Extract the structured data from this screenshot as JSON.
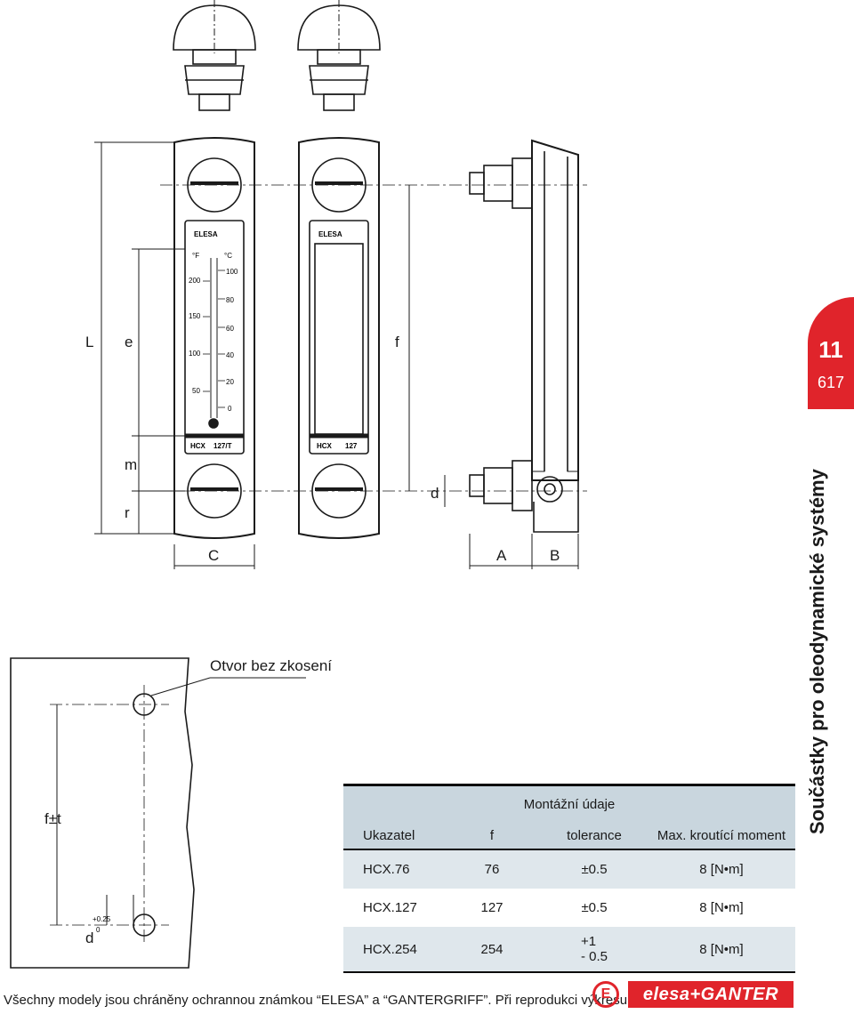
{
  "drawing": {
    "dim_labels": {
      "L": "L",
      "e": "e",
      "m": "m",
      "r": "r",
      "f": "f",
      "d": "d",
      "C": "C",
      "A": "A",
      "B": "B",
      "ft": "f±t",
      "dtol_d": "d",
      "dtol_plus": "+0.25",
      "dtol_zero": "0"
    },
    "left_gauge": {
      "brand": "ELESA",
      "unit_f": "°F",
      "unit_c": "°C",
      "f_ticks": [
        "200",
        "150",
        "100",
        "50"
      ],
      "c_ticks": [
        "100",
        "80",
        "60",
        "40",
        "20",
        "0"
      ],
      "model": "HCX",
      "model_num": "127/T"
    },
    "right_gauge": {
      "brand": "ELESA",
      "model": "HCX",
      "model_num": "127"
    },
    "hole_note": "Otvor bez zkosení"
  },
  "side_tab": {
    "number": "11",
    "page": "617",
    "title": "Součástky pro oleodynamické systémy",
    "accent": "#e0242b"
  },
  "table": {
    "title": "Montážní údaje",
    "headers": [
      "Ukazatel",
      "f",
      "tolerance",
      "Max. kroutící moment"
    ],
    "rows": [
      {
        "model": "HCX.76",
        "f": "76",
        "tol": "±0.5",
        "moment": "8 [N•m]"
      },
      {
        "model": "HCX.127",
        "f": "127",
        "tol": "±0.5",
        "moment": "8 [N•m]"
      },
      {
        "model": "HCX.254",
        "f": "254",
        "tol_plus": "+1",
        "tol_minus": "- 0.5",
        "moment": "8 [N•m]"
      }
    ],
    "header_color": "#c9d6de",
    "shade_color": "#dfe7ec"
  },
  "footer": {
    "note": "Všechny modely jsou chráněny ochrannou známkou “ELESA” a “GANTERGRIFF”. Při reprodukci výkresu vždy uveďte zdroj.",
    "brand_mark": "E",
    "brand": "elesa+GANTER"
  }
}
